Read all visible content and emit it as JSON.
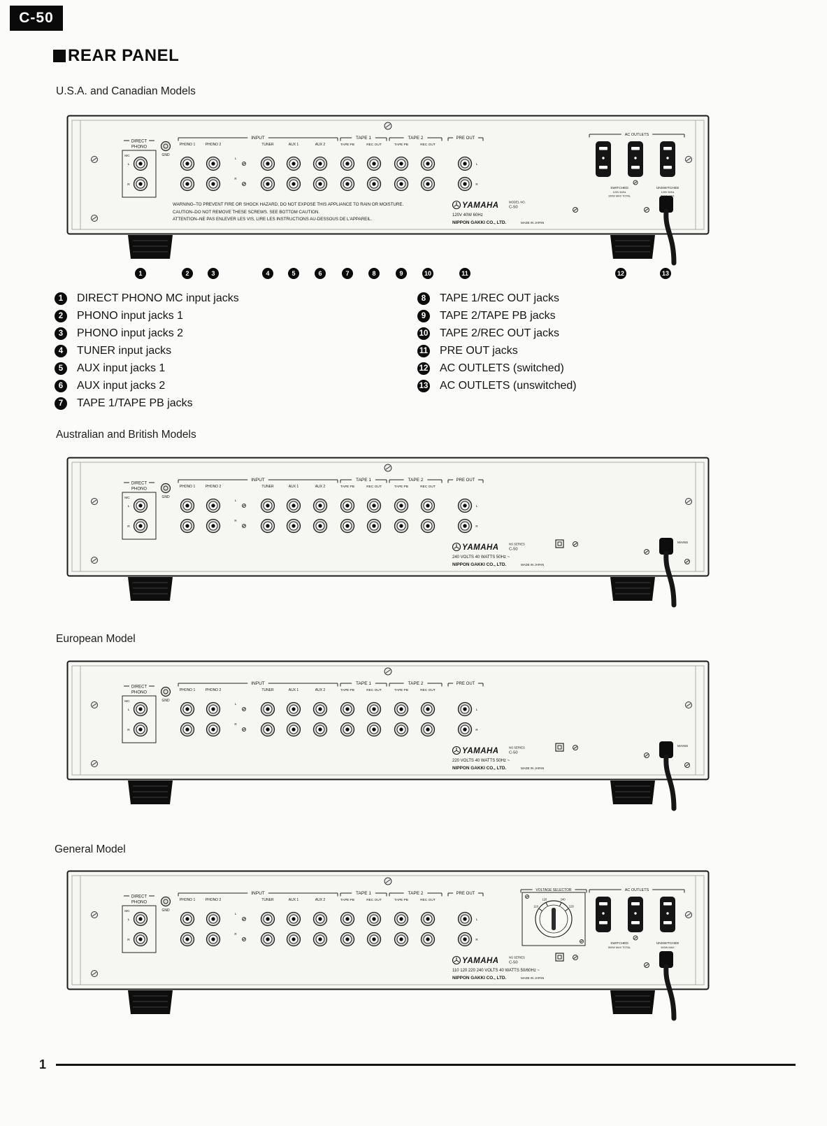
{
  "page": {
    "badge": "C-50",
    "section_title": "REAR PANEL",
    "page_number": "1"
  },
  "panel_shared": {
    "direct_phono_line1": "DIRECT",
    "direct_phono_line2": "PHONO",
    "mc": "MC",
    "gnd": "GND",
    "l": "L",
    "r": "R",
    "input_group": "INPUT",
    "input_columns": [
      "PHONO 1",
      "PHONO 2",
      "TUNER",
      "AUX 1",
      "AUX 2"
    ],
    "tape1_group": "TAPE 1",
    "tape2_group": "TAPE 2",
    "tape_columns": [
      "TAPE PB",
      "REC OUT"
    ],
    "preout_group": "PRE OUT"
  },
  "models": [
    {
      "heading": "U.S.A. and Canadian Models",
      "brand": {
        "logo": "YAMAHA",
        "series": "MODEL NO.",
        "model": "C-50",
        "ratings": "120V  40W  60Hz",
        "maker": "NIPPON GAKKI CO., LTD.",
        "made_in": "MADE IN JAPAN"
      },
      "warnings": [
        "WARNING–TO PREVENT FIRE OR SHOCK HAZARD, DO NOT EXPOSE THIS APPLIANCE TO RAIN OR MOISTURE.",
        "CAUTION–DO NOT REMOVE THESE SCREWS. SEE BOTTOM CAUTION.",
        "ATTENTION–NE PAS ENLEVER LES VIS, LIRE LES INSTRUCTIONS AU-DESSOUS DE L'APPAREIL."
      ],
      "ac_outlets": {
        "title": "AC OUTLETS",
        "switched_label": "SWITCHED",
        "switched_sub": [
          "120V 60Hz",
          "100W MAX TOTAL"
        ],
        "unswitched_label": "UNSWITCHED",
        "unswitched_sub": [
          "120V 60Hz",
          "500W MAX"
        ]
      },
      "has_callouts": true
    },
    {
      "heading": "Australian and British Models",
      "brand": {
        "logo": "YAMAHA",
        "series": "NS SERIES",
        "model": "C-50",
        "ratings": "240 VOLTS  40 WATTS  50Hz ~",
        "maker": "NIPPON GAKKI CO., LTD.",
        "made_in": "MADE IN JAPAN"
      },
      "mains_label": "MAINS"
    },
    {
      "heading": "European Model",
      "brand": {
        "logo": "YAMAHA",
        "series": "NS SERIES",
        "model": "C-50",
        "ratings": "220 VOLTS  40 WATTS  50Hz ~",
        "maker": "NIPPON GAKKI CO., LTD.",
        "made_in": "MADE IN JAPAN"
      },
      "mains_label": "MAINS"
    },
    {
      "heading": "General Model",
      "brand": {
        "logo": "YAMAHA",
        "series": "NS SERIES",
        "model": "C-50",
        "ratings": "110 120 220 240 VOLTS  40 WATTS  50/60Hz ~",
        "maker": "NIPPON GAKKI CO., LTD.",
        "made_in": "MADE IN JAPAN"
      },
      "voltage_selector": {
        "title": "VOLTAGE SELECTOR",
        "values": [
          "110",
          "120",
          "240",
          "220"
        ]
      },
      "ac_outlets": {
        "title": "AC OUTLETS",
        "switched_label": "SWITCHED",
        "switched_sub": [
          "500W MAX TOTAL"
        ],
        "unswitched_label": "UNSWITCHED",
        "unswitched_sub": [
          "500W MAX"
        ]
      }
    }
  ],
  "legend": {
    "items": [
      {
        "num": "1",
        "label": "DIRECT PHONO MC input jacks"
      },
      {
        "num": "2",
        "label": "PHONO input jacks 1"
      },
      {
        "num": "3",
        "label": "PHONO input jacks 2"
      },
      {
        "num": "4",
        "label": "TUNER input jacks"
      },
      {
        "num": "5",
        "label": "AUX input jacks 1"
      },
      {
        "num": "6",
        "label": "AUX input jacks 2"
      },
      {
        "num": "7",
        "label": "TAPE 1/TAPE PB jacks"
      },
      {
        "num": "8",
        "label": "TAPE 1/REC OUT jacks"
      },
      {
        "num": "9",
        "label": "TAPE 2/TAPE PB jacks"
      },
      {
        "num": "10",
        "label": "TAPE 2/REC OUT jacks"
      },
      {
        "num": "11",
        "label": "PRE OUT jacks"
      },
      {
        "num": "12",
        "label": "AC OUTLETS (switched)"
      },
      {
        "num": "13",
        "label": "AC OUTLETS (unswitched)"
      }
    ]
  },
  "callout_numbers": [
    "1",
    "2",
    "3",
    "4",
    "5",
    "6",
    "7",
    "8",
    "9",
    "10",
    "11",
    "12",
    "13"
  ]
}
